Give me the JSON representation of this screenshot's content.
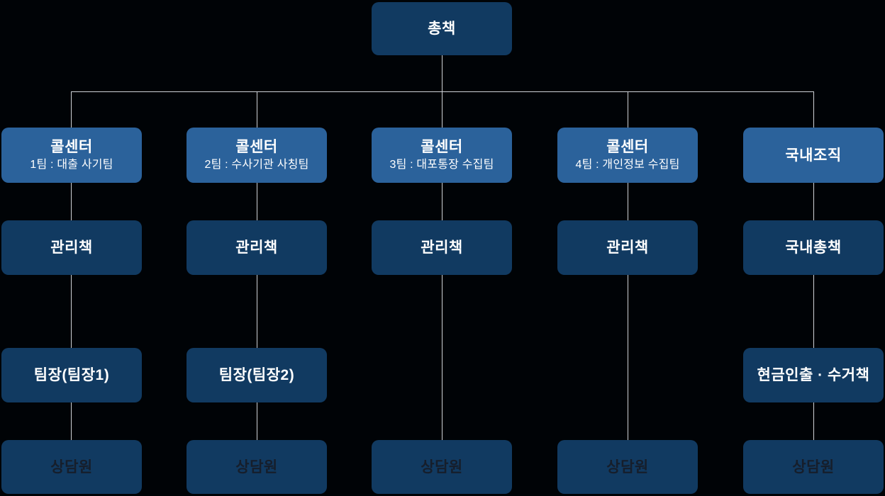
{
  "colors": {
    "background": "#000306",
    "node_primary": "#113a61",
    "node_highlight": "#2b629b",
    "connector_line": "#cfd2d6",
    "text_light": "#ffffff",
    "text_dark": "#161e2b"
  },
  "org": {
    "head": {
      "title": "총책"
    },
    "columns": [
      {
        "team": {
          "title": "콜센터",
          "subtitle": "1팀 : 대출 사기팀"
        },
        "manager": {
          "title": "관리책"
        },
        "lead": {
          "title": "팀장(팀장1)"
        },
        "agent": {
          "title": "상담원"
        }
      },
      {
        "team": {
          "title": "콜센터",
          "subtitle": "2팀 : 수사기관 사칭팀"
        },
        "manager": {
          "title": "관리책"
        },
        "lead": {
          "title": "팀장(팀장2)"
        },
        "agent": {
          "title": "상담원"
        }
      },
      {
        "team": {
          "title": "콜센터",
          "subtitle": "3팀 : 대포통장 수집팀"
        },
        "manager": {
          "title": "관리책"
        },
        "agent": {
          "title": "상담원"
        }
      },
      {
        "team": {
          "title": "콜센터",
          "subtitle": "4팀 : 개인정보 수집팀"
        },
        "manager": {
          "title": "관리책"
        },
        "agent": {
          "title": "상담원"
        }
      },
      {
        "team": {
          "title": "국내조직"
        },
        "manager": {
          "title": "국내총책"
        },
        "lead": {
          "title": "현금인출 · 수거책"
        },
        "agent": {
          "title": "상담원"
        }
      }
    ]
  }
}
